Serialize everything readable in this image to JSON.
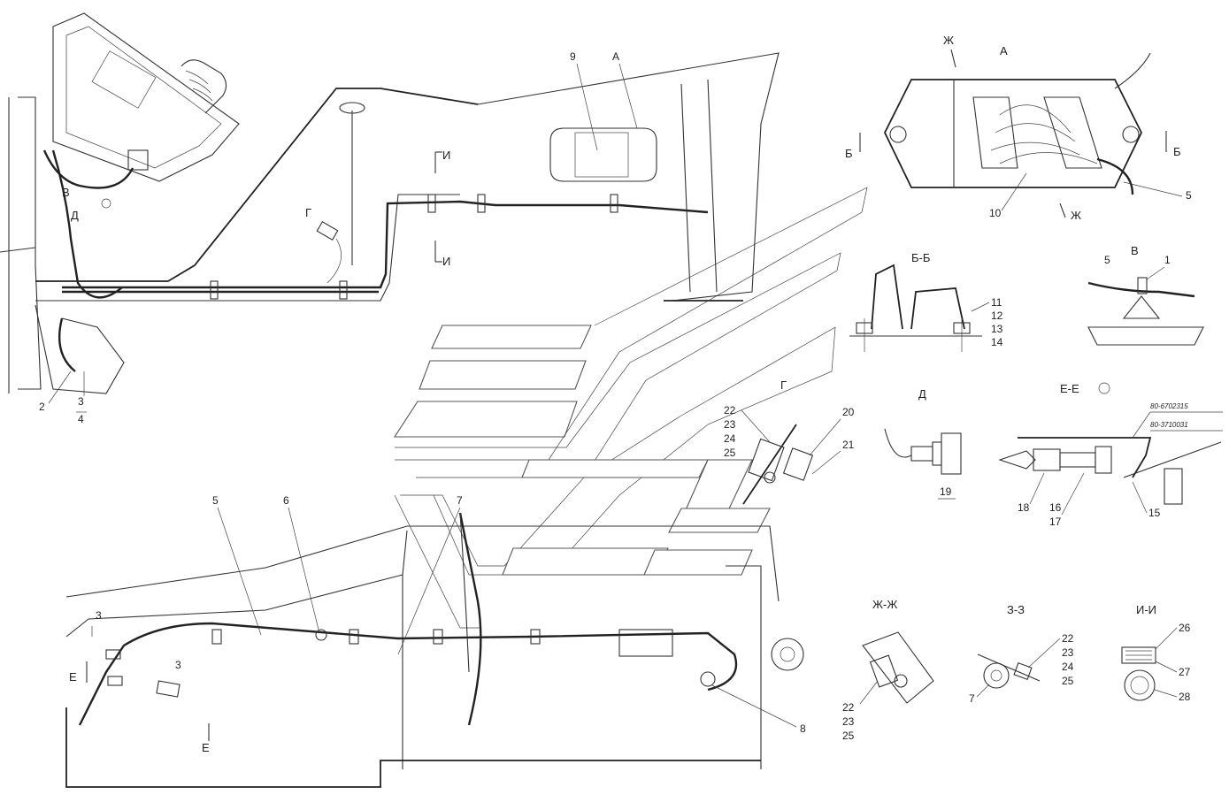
{
  "views": {
    "a": "А",
    "bb": "Б-Б",
    "v": "В",
    "d": "Д",
    "ee": "Е-Е",
    "g": "Г",
    "zhzh": "Ж-Ж",
    "zz": "З-З",
    "ii": "И-И"
  },
  "markers": {
    "v": "В",
    "d": "Д",
    "g": "Г",
    "i1": "И",
    "i2": "И",
    "zh1": "Ж",
    "zh2": "Ж",
    "b1": "Б",
    "b2": "Б",
    "z1": "3",
    "z2": "3",
    "e1": "Е",
    "e2": "Е"
  },
  "callouts": {
    "n1": "1",
    "n2": "2",
    "n3": "3",
    "n4": "4",
    "n5a": "5",
    "n5b": "5",
    "n5c": "5",
    "n6": "6",
    "n7a": "7",
    "n7b": "7",
    "n8": "8",
    "n9": "9",
    "n10": "10",
    "n11": "11",
    "n12": "12",
    "n13": "13",
    "n14": "14",
    "n15": "15",
    "n16": "16",
    "n17": "17",
    "n18": "18",
    "n19": "19",
    "n20": "20",
    "n21": "21",
    "n22a": "22",
    "n23a": "23",
    "n24a": "24",
    "n25a": "25",
    "n22b": "22",
    "n23b": "23",
    "n25b": "25",
    "n22c": "22",
    "n23c": "23",
    "n24c": "24",
    "n25c": "25",
    "n26": "26",
    "n27": "27",
    "n28": "28",
    "pa": "А"
  },
  "part_codes": {
    "code1": "80-6702315",
    "code2": "80-3710031"
  }
}
